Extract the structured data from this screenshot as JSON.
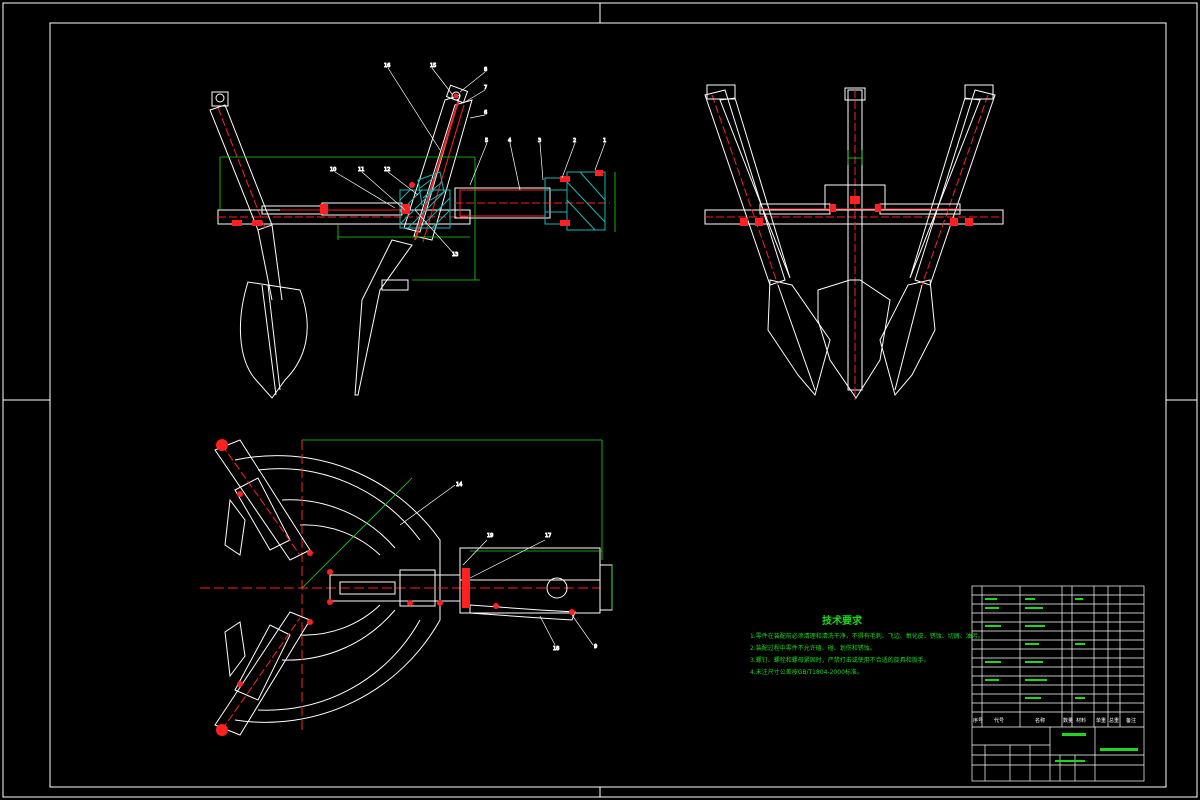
{
  "drawing": {
    "background": "#000000",
    "line_color": "#ffffff",
    "dimension_color": "#19d919",
    "centerline_color": "#ff2020",
    "section_hatch_color": "#19b5b5",
    "views": [
      "front-view",
      "side-view",
      "top-view"
    ]
  },
  "technical_requirements": {
    "title": "技术要求",
    "items": [
      "1.零件在装配前必须清理和清洗干净，不得有毛刺、飞边、氧化皮、锈蚀、切屑、油污。",
      "2.装配过程中零件不允许磕、碰、划伤和锈蚀。",
      "3.螺钉、螺栓和螺母紧固时，严禁打击或使用不合适的旋具和扳手。",
      "4.未注尺寸公差按GB/T1804-2000标准。"
    ]
  },
  "title_block": {
    "headers": [
      "序号",
      "代号",
      "名称",
      "数量",
      "材料",
      "单重",
      "总重",
      "备注"
    ]
  },
  "balloons": [
    "1",
    "2",
    "3",
    "4",
    "5",
    "6",
    "7",
    "8",
    "9",
    "10",
    "11",
    "12",
    "13",
    "14",
    "15",
    "16",
    "17",
    "18",
    "19"
  ]
}
